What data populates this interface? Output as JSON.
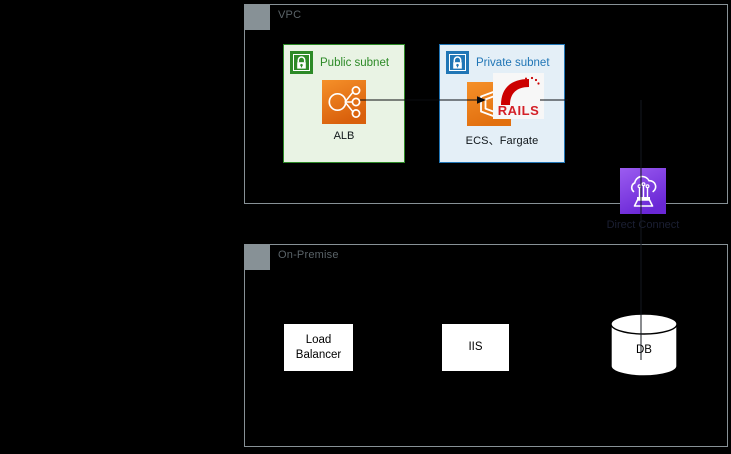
{
  "diagram": {
    "background_color": "#000000",
    "groups": [
      {
        "id": "vpc",
        "title": "VPC",
        "tab_color": "#879196",
        "border_color": "#879196"
      },
      {
        "id": "on-premise",
        "title": "On-Premise",
        "tab_color": "#879196",
        "border_color": "#879196"
      }
    ],
    "subnets": [
      {
        "id": "public",
        "label": "Public subnet",
        "accent_color": "#2d8a27",
        "fill_color": "#e9f3e4",
        "icon": "lock-icon"
      },
      {
        "id": "private",
        "label": "Private subnet",
        "accent_color": "#2176b6",
        "fill_color": "#e4eff7",
        "icon": "lock-icon"
      }
    ],
    "nodes": [
      {
        "id": "alb",
        "caption": "ALB",
        "icon": "application-load-balancer-icon",
        "icon_color": "#e8791c"
      },
      {
        "id": "ecs",
        "caption": "ECS、Fargate",
        "icon": "ecs-icon",
        "icon_color": "#e8791c",
        "overlay_icon": "rails-logo-icon",
        "overlay_color": "#cc0000"
      },
      {
        "id": "direct-connect",
        "caption": "Direct Connect",
        "icon": "direct-connect-icon",
        "icon_color": "#8c4fe0"
      }
    ],
    "onprem_items": [
      {
        "id": "load-balancer",
        "line1": "Load",
        "line2": "Balancer"
      },
      {
        "id": "iis",
        "line1": "IIS",
        "line2": ""
      },
      {
        "id": "db",
        "label": "DB",
        "shape": "cylinder"
      }
    ]
  }
}
